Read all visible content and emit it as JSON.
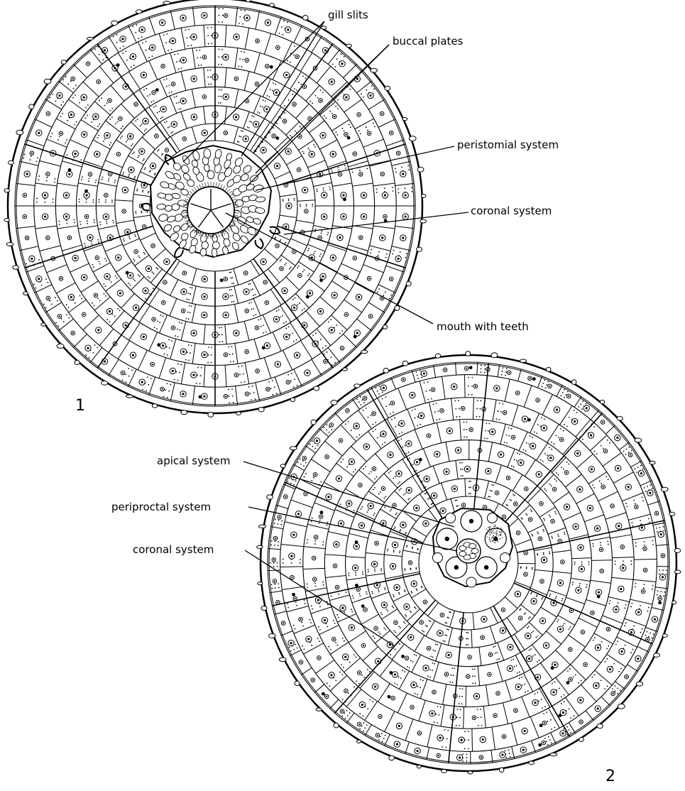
{
  "figures": [
    {
      "number": "1",
      "view": "oral",
      "labels": [
        {
          "id": "gill-slits",
          "text": "gill slits"
        },
        {
          "id": "buccal-plates",
          "text": "buccal plates"
        },
        {
          "id": "peristomial-system",
          "text": "peristomial system"
        },
        {
          "id": "coronal-system-oral",
          "text": "coronal system"
        },
        {
          "id": "mouth-with-teeth",
          "text": "mouth with teeth"
        }
      ]
    },
    {
      "number": "2",
      "view": "aboral",
      "labels": [
        {
          "id": "apical-system",
          "text": "apical system"
        },
        {
          "id": "periproctal-system",
          "text": "periproctal system"
        },
        {
          "id": "coronal-system-aboral",
          "text": "coronal system"
        }
      ]
    }
  ],
  "colors": {
    "ink": "#000000",
    "paper": "#ffffff"
  }
}
